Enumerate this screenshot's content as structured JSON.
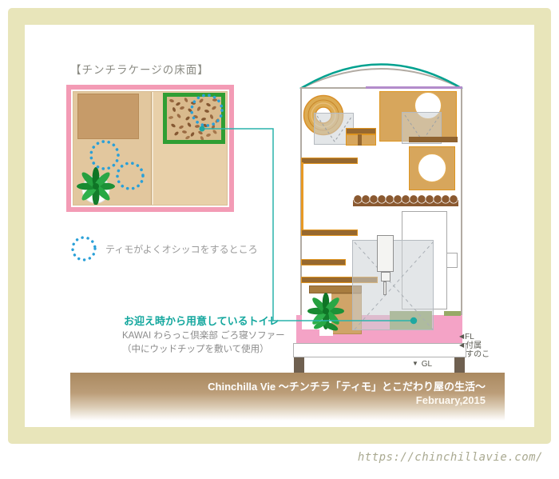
{
  "header": {
    "title": "【チンチラケージの床面】"
  },
  "legend": {
    "text": "ティモがよくオシッコをするところ"
  },
  "annotations": {
    "toilet_label": "お迎え時から用意しているトイレ",
    "toilet_desc1": "KAWAI わらっこ倶楽部 ごろ寝ソファー",
    "toilet_desc2": "（中にウッドチップを敷いて使用）"
  },
  "markers": {
    "fl_arrow": "◀",
    "fl": "FL",
    "sunoko_arrow": "◀",
    "sunoko_line1": "付属",
    "sunoko_line2": "すのこ",
    "gl_arrow": "▼",
    "gl": "GL"
  },
  "footer": {
    "banner_title": "Chinchilla Vie 〜チンチラ「ティモ」とこだわり屋の生活〜",
    "banner_date": "February,2015",
    "site_url": "https://chinchillavie.com/"
  },
  "colors": {
    "frame_olive": "#e8e5ba",
    "floorplan_pink_border": "#f39bb5",
    "bedding_pink": "#f4a3c6",
    "toilet_green_border": "#2f9e33",
    "toilet_mat_green": "#8ba05b",
    "pee_spot_blue": "#2aa0d8",
    "accent_teal": "#1fa8a1",
    "arch_teal": "#00a18f",
    "top_bar_purple": "#b38ccb",
    "wood_tan": "#d7a65c",
    "shelf_brown": "#96682f",
    "banner_brown": "#aa8960"
  }
}
